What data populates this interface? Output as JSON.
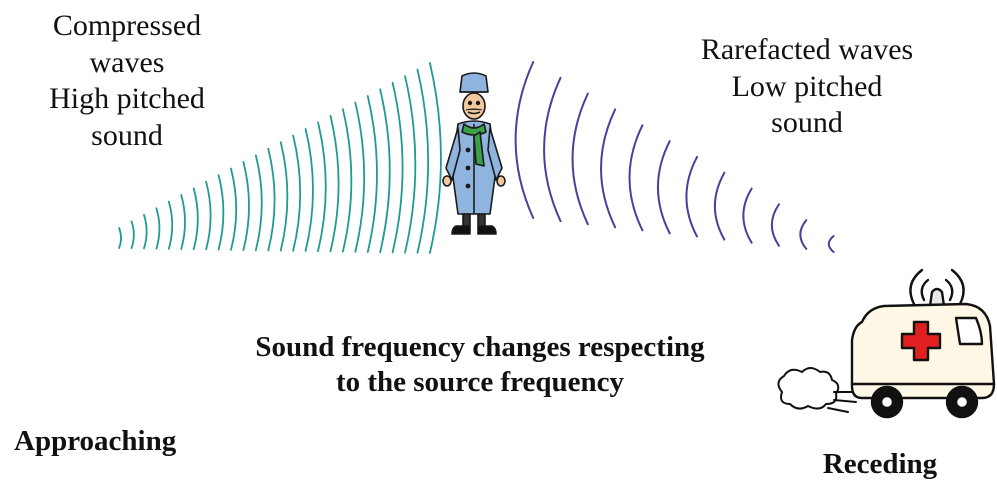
{
  "left_label": {
    "lines": [
      "Compressed",
      "waves",
      "High pitched",
      "sound"
    ]
  },
  "right_label": {
    "lines": [
      "Rarefacted waves",
      "Low pitched",
      "sound"
    ]
  },
  "caption": {
    "lines": [
      "Sound frequency changes respecting",
      "to the source frequency"
    ]
  },
  "approaching_label": "Approaching",
  "receding_label": "Receding",
  "colors": {
    "compressed_waves": "#1f9a94",
    "rarefacted_waves": "#4b3f9c",
    "coat": "#8fb4dd",
    "ambulance_cross": "#e02020",
    "ambulance_body": "#fff8e6"
  },
  "icons": [
    "observer-figure",
    "ambulance-icon",
    "siren-waves-icon",
    "exhaust-cloud-icon"
  ]
}
